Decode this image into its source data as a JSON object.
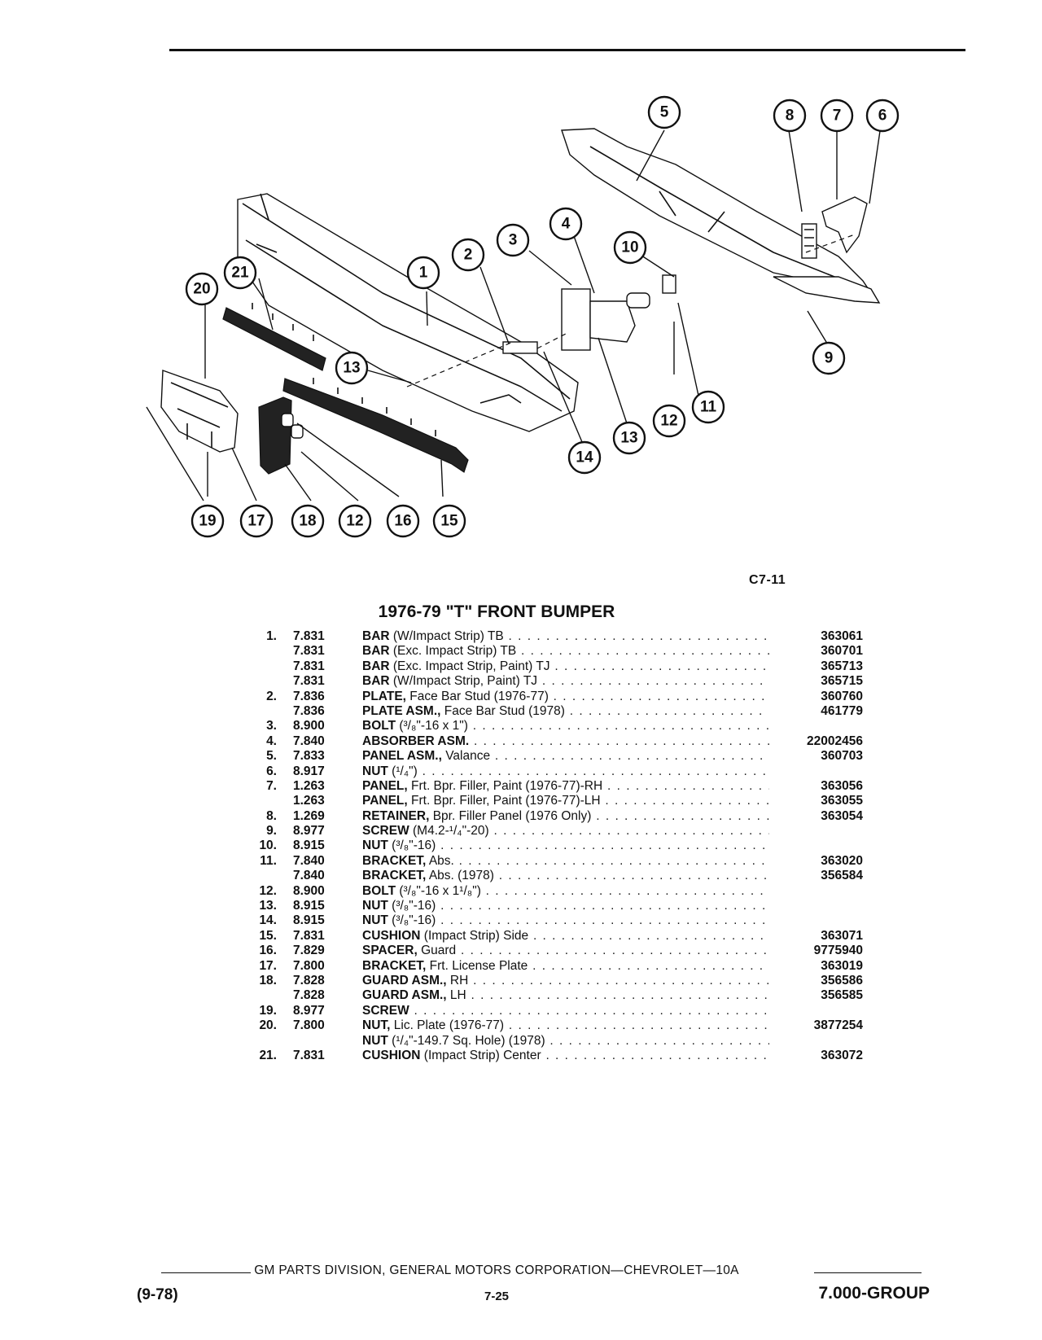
{
  "document": {
    "figure_code": "C7-11",
    "title": "1976-79 \"T\" FRONT BUMPER",
    "callouts": {
      "c1": "1",
      "c2": "2",
      "c3": "3",
      "c4": "4",
      "c5": "5",
      "c6": "6",
      "c7": "7",
      "c8": "8",
      "c9": "9",
      "c10": "10",
      "c11": "11",
      "c12a": "12",
      "c12b": "12",
      "c13a": "13",
      "c13b": "13",
      "c14": "14",
      "c15": "15",
      "c16": "16",
      "c17": "17",
      "c18": "18",
      "c19": "19",
      "c20": "20",
      "c21": "21"
    },
    "parts": [
      {
        "num": "1.",
        "group": "7.831",
        "name": "BAR",
        "detail": " (W/Impact Strip) TB",
        "part_no": "363061"
      },
      {
        "num": "",
        "group": "7.831",
        "name": "BAR",
        "detail": " (Exc. Impact Strip) TB",
        "part_no": "360701"
      },
      {
        "num": "",
        "group": "7.831",
        "name": "BAR",
        "detail": " (Exc. Impact Strip, Paint) TJ",
        "part_no": "365713"
      },
      {
        "num": "",
        "group": "7.831",
        "name": "BAR",
        "detail": " (W/Impact Strip, Paint) TJ",
        "part_no": "365715"
      },
      {
        "num": "2.",
        "group": "7.836",
        "name": "PLATE,",
        "detail": " Face Bar Stud (1976-77)",
        "part_no": "360760"
      },
      {
        "num": "",
        "group": "7.836",
        "name": "PLATE ASM.,",
        "detail": " Face Bar Stud (1978)",
        "part_no": "461779"
      },
      {
        "num": "3.",
        "group": "8.900",
        "name": "BOLT",
        "detail": " (³/₈\"-16 x 1\")",
        "part_no": ""
      },
      {
        "num": "4.",
        "group": "7.840",
        "name": "ABSORBER ASM.",
        "detail": "",
        "part_no": "22002456"
      },
      {
        "num": "5.",
        "group": "7.833",
        "name": "PANEL ASM.,",
        "detail": " Valance",
        "part_no": "360703"
      },
      {
        "num": "6.",
        "group": "8.917",
        "name": "NUT",
        "detail": " (¹/₄\")",
        "part_no": ""
      },
      {
        "num": "7.",
        "group": "1.263",
        "name": "PANEL,",
        "detail": " Frt. Bpr. Filler, Paint (1976-77)-RH",
        "part_no": "363056"
      },
      {
        "num": "",
        "group": "1.263",
        "name": "PANEL,",
        "detail": " Frt. Bpr. Filler, Paint (1976-77)-LH",
        "part_no": "363055"
      },
      {
        "num": "8.",
        "group": "1.269",
        "name": "RETAINER,",
        "detail": " Bpr. Filler Panel (1976 Only)",
        "part_no": "363054"
      },
      {
        "num": "9.",
        "group": "8.977",
        "name": "SCREW",
        "detail": " (M4.2-¹/₄\"-20)",
        "part_no": ""
      },
      {
        "num": "10.",
        "group": "8.915",
        "name": "NUT",
        "detail": " (³/₈\"-16)",
        "part_no": ""
      },
      {
        "num": "11.",
        "group": "7.840",
        "name": "BRACKET,",
        "detail": " Abs.",
        "part_no": "363020"
      },
      {
        "num": "",
        "group": "7.840",
        "name": "BRACKET,",
        "detail": " Abs. (1978)",
        "part_no": "356584"
      },
      {
        "num": "12.",
        "group": "8.900",
        "name": "BOLT",
        "detail": " (³/₈\"-16 x 1¹/₈\")",
        "part_no": ""
      },
      {
        "num": "13.",
        "group": "8.915",
        "name": "NUT",
        "detail": " (³/₈\"-16)",
        "part_no": ""
      },
      {
        "num": "14.",
        "group": "8.915",
        "name": "NUT",
        "detail": " (³/₈\"-16)",
        "part_no": ""
      },
      {
        "num": "15.",
        "group": "7.831",
        "name": "CUSHION",
        "detail": " (Impact Strip) Side",
        "part_no": "363071"
      },
      {
        "num": "16.",
        "group": "7.829",
        "name": "SPACER,",
        "detail": " Guard",
        "part_no": "9775940"
      },
      {
        "num": "17.",
        "group": "7.800",
        "name": "BRACKET,",
        "detail": " Frt. License Plate",
        "part_no": "363019"
      },
      {
        "num": "18.",
        "group": "7.828",
        "name": "GUARD ASM.,",
        "detail": " RH",
        "part_no": "356586"
      },
      {
        "num": "",
        "group": "7.828",
        "name": "GUARD ASM.,",
        "detail": " LH",
        "part_no": "356585"
      },
      {
        "num": "19.",
        "group": "8.977",
        "name": "SCREW",
        "detail": "",
        "part_no": ""
      },
      {
        "num": "20.",
        "group": "7.800",
        "name": "NUT,",
        "detail": " Lic. Plate (1976-77)",
        "part_no": "3877254"
      },
      {
        "num": "",
        "group": "",
        "name": "NUT",
        "detail": " (¹/₄\"-149.7 Sq. Hole) (1978)",
        "part_no": ""
      },
      {
        "num": "21.",
        "group": "7.831",
        "name": "CUSHION",
        "detail": " (Impact Strip) Center",
        "part_no": "363072"
      }
    ],
    "footer": {
      "division": "GM PARTS DIVISION, GENERAL MOTORS CORPORATION—CHEVROLET—10A",
      "date": "(9-78)",
      "page": "7-25",
      "group": "7.000-GROUP"
    }
  }
}
